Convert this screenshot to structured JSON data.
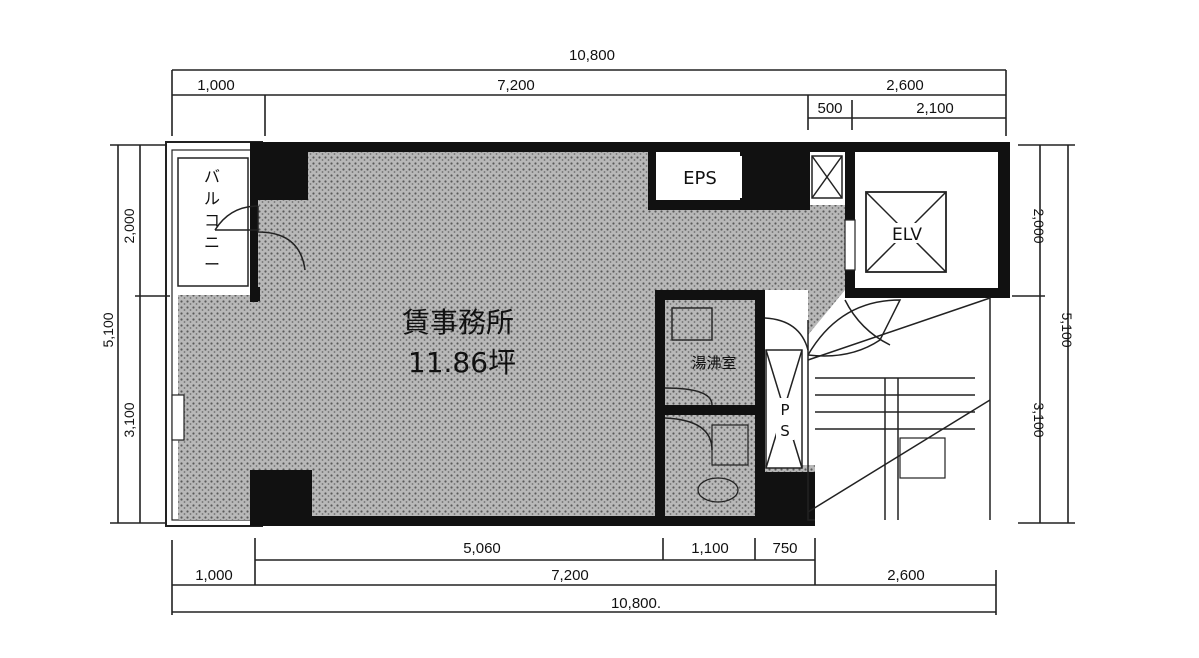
{
  "dimensions": {
    "top_total": "10,800",
    "top_left": "1,000",
    "top_middle": "7,200",
    "top_right": "2,600",
    "top_sub_a": "500",
    "top_sub_b": "2,100",
    "bottom_total": "10,800.",
    "bottom_left": "1,000",
    "bottom_middle": "7,200",
    "bottom_right": "2,600",
    "bottom_sub_a": "5,060",
    "bottom_sub_b": "1,100",
    "bottom_sub_c": "750",
    "left_total": "5,100",
    "left_upper": "2,000",
    "left_lower": "3,100",
    "right_total": "5,100",
    "right_upper": "2,000",
    "right_lower": "3,100"
  },
  "rooms": {
    "balcony": [
      "バ",
      "ル",
      "コ",
      "ニ",
      "ー"
    ],
    "eps": "EPS",
    "elv": "ELV",
    "office_name": "賃事務所",
    "office_area": "11.86坪",
    "kitchen": "湯沸室",
    "ps": [
      "P",
      "S"
    ]
  },
  "colors": {
    "wall": "#111111",
    "floor_texture": "#a9a9a9",
    "line": "#222222"
  }
}
